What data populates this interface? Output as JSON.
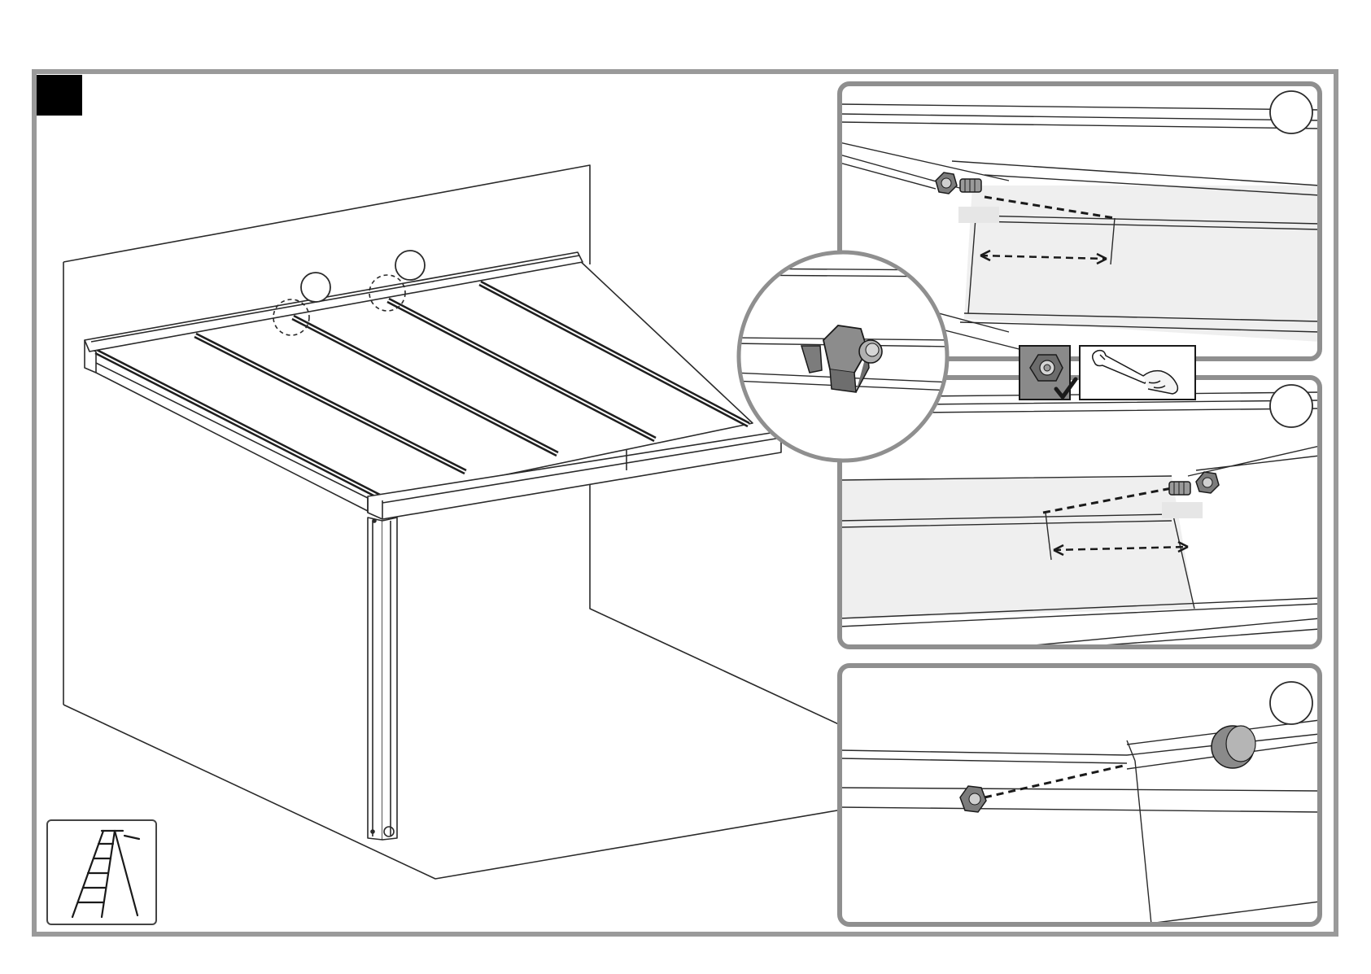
{
  "step": {
    "number": ""
  },
  "callouts": [
    {
      "id": "detail-1",
      "marker": ""
    },
    {
      "id": "detail-2",
      "marker": ""
    },
    {
      "id": "detail-3",
      "marker": ""
    }
  ],
  "main_markers": [
    {
      "id": "marker-left",
      "text": ""
    },
    {
      "id": "marker-right",
      "text": ""
    }
  ],
  "dimension_labels": [
    {
      "id": "dim-top",
      "text": ""
    },
    {
      "id": "dim-middle",
      "text": ""
    }
  ],
  "icons": {
    "ladder": "ladder-icon",
    "nut": "hex-nut-icon",
    "check": "checkmark-icon",
    "wrench": "wrench-in-hand-icon"
  },
  "colors": {
    "frame": "#9a9a9a",
    "panel_frame": "#8f8f8f",
    "line": "#2a2a2a",
    "shade": "#efefef",
    "nut_dark": "#7c7c7c",
    "step_bg": "#000000"
  }
}
